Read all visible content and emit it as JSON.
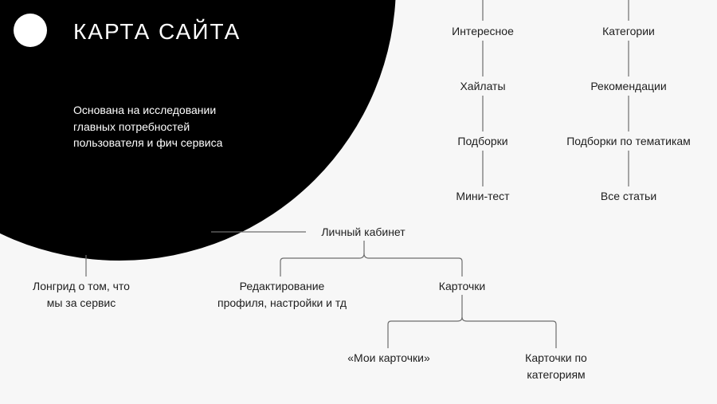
{
  "header": {
    "title": "КАРТА САЙТА",
    "subtitle": "Основана на исследовании главных потребностей пользователя и фич сервиса"
  },
  "nodes": {
    "interesting": "Интересное",
    "highlights": "Хайлаты",
    "collections": "Подборки",
    "mini_test": "Мини-тест",
    "categories": "Категории",
    "recommendations": "Рекомендации",
    "topic_collections": "Подборки по тематикам",
    "all_articles": "Все статьи",
    "account": "Личный кабинет",
    "longread_line1": "Лонгрид о том, что",
    "longread_line2": "мы за сервис",
    "edit_profile_line1": "Редактирование",
    "edit_profile_line2": "профиля, настройки и тд",
    "cards": "Карточки",
    "my_cards": "«Мои карточки»",
    "cards_by_category_line1": "Карточки по",
    "cards_by_category_line2": "категориям"
  },
  "colors": {
    "background": "#f7f7f7",
    "circle": "#000000",
    "line": "#6e6e6e"
  }
}
